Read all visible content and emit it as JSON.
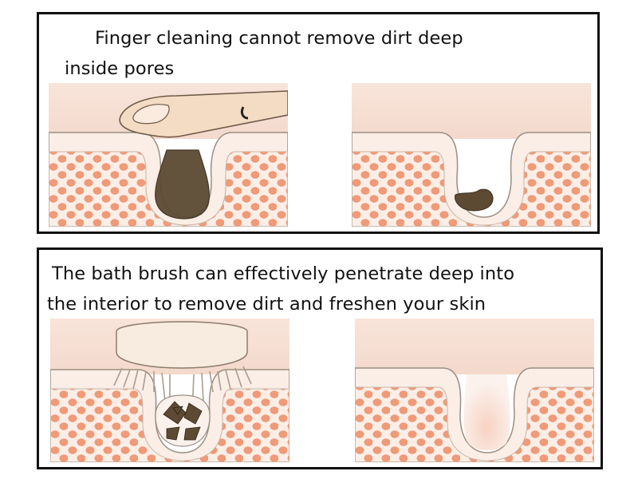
{
  "panels": {
    "top": {
      "caption_line1": "Finger cleaning cannot remove dirt deep",
      "caption_line2": "inside pores"
    },
    "bottom": {
      "caption_line1": "The bath brush can effectively penetrate deep into",
      "caption_line2": "the interior to remove dirt and freshen your skin"
    }
  },
  "colors": {
    "skin_surface": "#f5ddd2",
    "skin_layer": "#f7e6d3",
    "dots": "#ef9a78",
    "outline": "#9a8f80",
    "dirt": "#5c4a32",
    "finger": "#f4dcc4"
  },
  "icons": [
    "finger-icon",
    "bath-brush-icon"
  ]
}
